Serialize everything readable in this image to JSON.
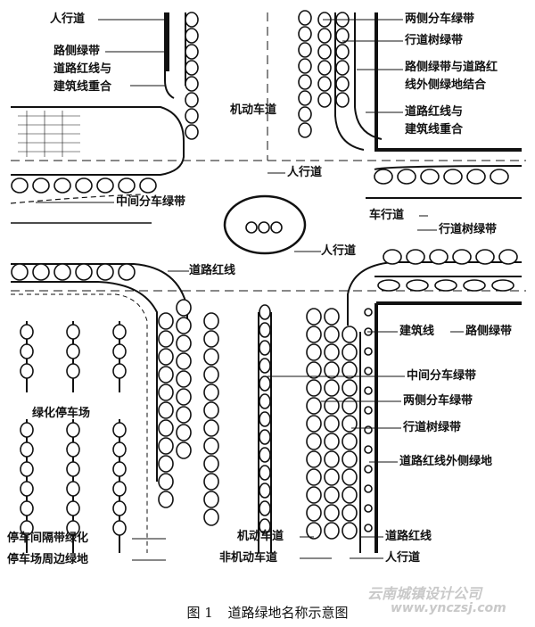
{
  "labels": {
    "sidewalk_top_left": "人行道",
    "roadside_belt_top_left": "路侧绿带",
    "red_line_top_left_1": "道路红线与",
    "red_line_top_left_2": "建筑线重合",
    "motorway_top": "机动车道",
    "divider_both_top": "两侧分车绿带",
    "street_tree_top": "行道树绿带",
    "roadside_combo_1": "路侧绿带与道路红",
    "roadside_combo_2": "线外侧绿地结合",
    "red_line_top_right_1": "道路红线与",
    "red_line_top_right_2": "建筑线重合",
    "sidewalk_right_top": "人行道",
    "center_divider_left": "中间分车绿带",
    "carriageway_right": "车行道",
    "street_tree_right": "行道树绿带",
    "sidewalk_right_mid": "人行道",
    "red_line_center": "道路红线",
    "building_line": "建筑线",
    "roadside_belt_right": "路侧绿带",
    "center_divider_right": "中间分车绿带",
    "divider_both_right": "两侧分车绿带",
    "street_tree_lower": "行道树绿带",
    "outside_green": "道路红线外侧绿地",
    "green_parking": "绿化停车场",
    "parking_strip": "停车间隔带绿化",
    "parking_edge": "停车场周边绿地",
    "motorway_bottom": "机动车道",
    "non_motor_bottom": "非机动车道",
    "red_line_bottom": "道路红线",
    "sidewalk_bottom": "人行道"
  },
  "caption": {
    "figure_no": "图 1",
    "title": "道路绿地名称示意图"
  },
  "watermark": {
    "org": "云南城镇设计公司",
    "url": "www.ynczsj.com"
  }
}
